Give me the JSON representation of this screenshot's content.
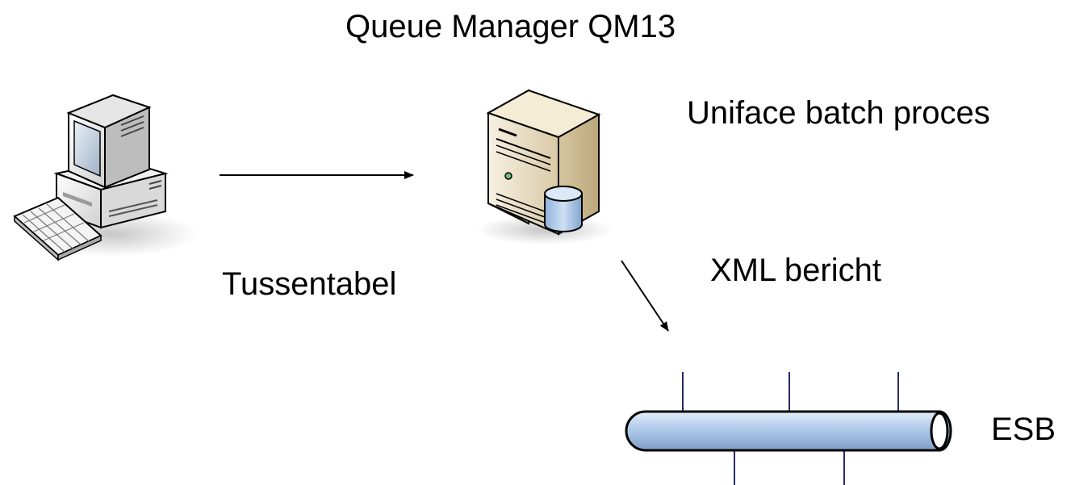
{
  "diagram": {
    "title": "Queue Manager QM13",
    "batch_process_label": "Uniface batch proces",
    "intermediate_table_label": "Tussentabel",
    "xml_message_label": "XML bericht",
    "bus_label": "ESB"
  },
  "icons": {
    "workstation": "desktop-computer-icon",
    "server": "server-with-database-icon",
    "bus": "service-bus-pipe-icon"
  },
  "colors": {
    "pipe_fill": "#a9c6e8",
    "pipe_outline": "#000000",
    "connector_line": "#2b2b6b",
    "server_body": "#e9dcc0",
    "database": "#b7cfe8"
  }
}
